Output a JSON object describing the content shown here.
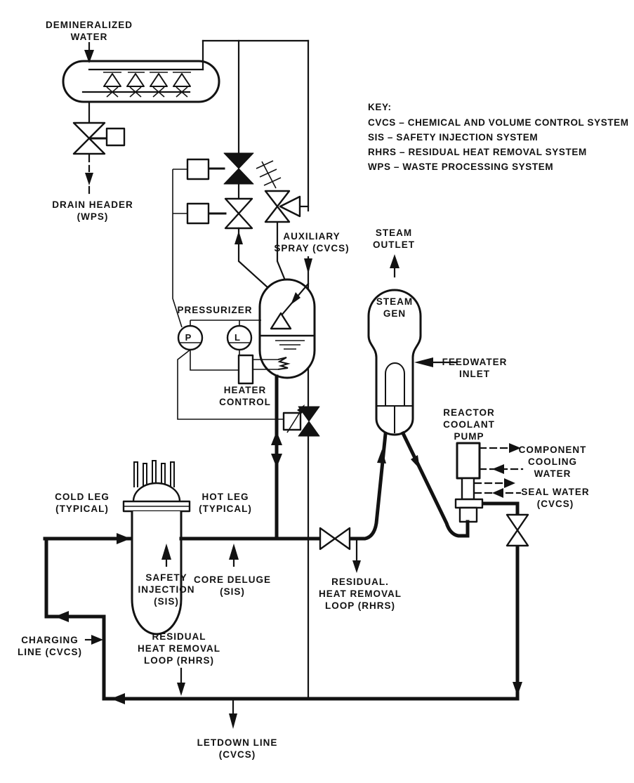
{
  "colors": {
    "ink": "#121212",
    "paper": "#ffffff"
  },
  "key": {
    "heading": "KEY:",
    "entries": [
      "CVCS – CHEMICAL AND VOLUME CONTROL SYSTEM",
      "SIS – SAFETY INJECTION SYSTEM",
      "RHRS – RESIDUAL HEAT REMOVAL SYSTEM",
      "WPS – WASTE PROCESSING SYSTEM"
    ]
  },
  "instruments": {
    "pressure": "P",
    "level": "L"
  },
  "labels": {
    "demineralized_water": [
      "DEMINERALIZED",
      "WATER"
    ],
    "drain_header": [
      "DRAIN HEADER",
      "(WPS)"
    ],
    "auxiliary_spray": [
      "AUXILIARY",
      "SPRAY (CVCS)"
    ],
    "pressurizer": "PRESSURIZER",
    "heater_control": [
      "HEATER",
      "CONTROL"
    ],
    "steam_outlet": [
      "STEAM",
      "OUTLET"
    ],
    "steam_gen": [
      "STEAM",
      "GEN"
    ],
    "feedwater_inlet": [
      "FEEDWATER",
      "INLET"
    ],
    "reactor_coolant_pump": [
      "REACTOR",
      "COOLANT",
      "PUMP"
    ],
    "component_cooling_water": [
      "COMPONENT",
      "COOLING",
      "WATER"
    ],
    "seal_water": [
      "SEAL WATER",
      "(CVCS)"
    ],
    "cold_leg": [
      "COLD LEG",
      "(TYPICAL)"
    ],
    "hot_leg": [
      "HOT LEG",
      "(TYPICAL)"
    ],
    "safety_injection": [
      "SAFETY",
      "INJECTION",
      "(SIS)"
    ],
    "core_deluge": [
      "CORE DELUGE",
      "(SIS)"
    ],
    "rhr_loop_mid": [
      "RESIDUAL.",
      "HEAT REMOVAL",
      "LOOP (RHRS)"
    ],
    "rhr_loop_bottom": [
      "RESIDUAL",
      "HEAT REMOVAL",
      "LOOP (RHRS)"
    ],
    "charging_line": [
      "CHARGING",
      "LINE (CVCS)"
    ],
    "letdown_line": [
      "LETDOWN LINE",
      "(CVCS)"
    ]
  }
}
